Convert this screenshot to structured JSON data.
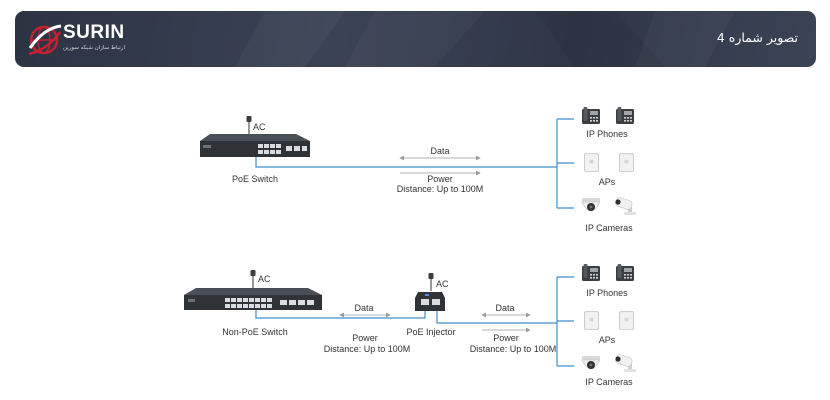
{
  "header": {
    "brand": "SURIN",
    "brand_subtitle": "ارتباط سازان شبکه سورین",
    "title": "تصویر شماره 4",
    "background": "#333b4a",
    "logo_accent": "#c8202f"
  },
  "top_diagram": {
    "ac_label": "AC",
    "switch_label": "PoE Switch",
    "data_label": "Data",
    "power_label": "Power",
    "distance_label": "Distance: Up to 100M",
    "devices": {
      "phones": "IP Phones",
      "aps": "APs",
      "cameras": "IP Cameras"
    }
  },
  "bottom_diagram": {
    "switch_ac_label": "AC",
    "switch_label": "Non-PoE Switch",
    "injector_ac_label": "AC",
    "injector_label": "PoE Injector",
    "left_link": {
      "data_label": "Data",
      "power_label": "Power",
      "distance_label": "Distance: Up to 100M"
    },
    "right_link": {
      "data_label": "Data",
      "power_label": "Power",
      "distance_label": "Distance: Up to 100M"
    },
    "devices": {
      "phones": "IP Phones",
      "aps": "APs",
      "cameras": "IP Cameras"
    }
  },
  "colors": {
    "cable": "#3f8fd0",
    "arrow": "#9a9a9a",
    "device_dark": "#3a3d42"
  }
}
